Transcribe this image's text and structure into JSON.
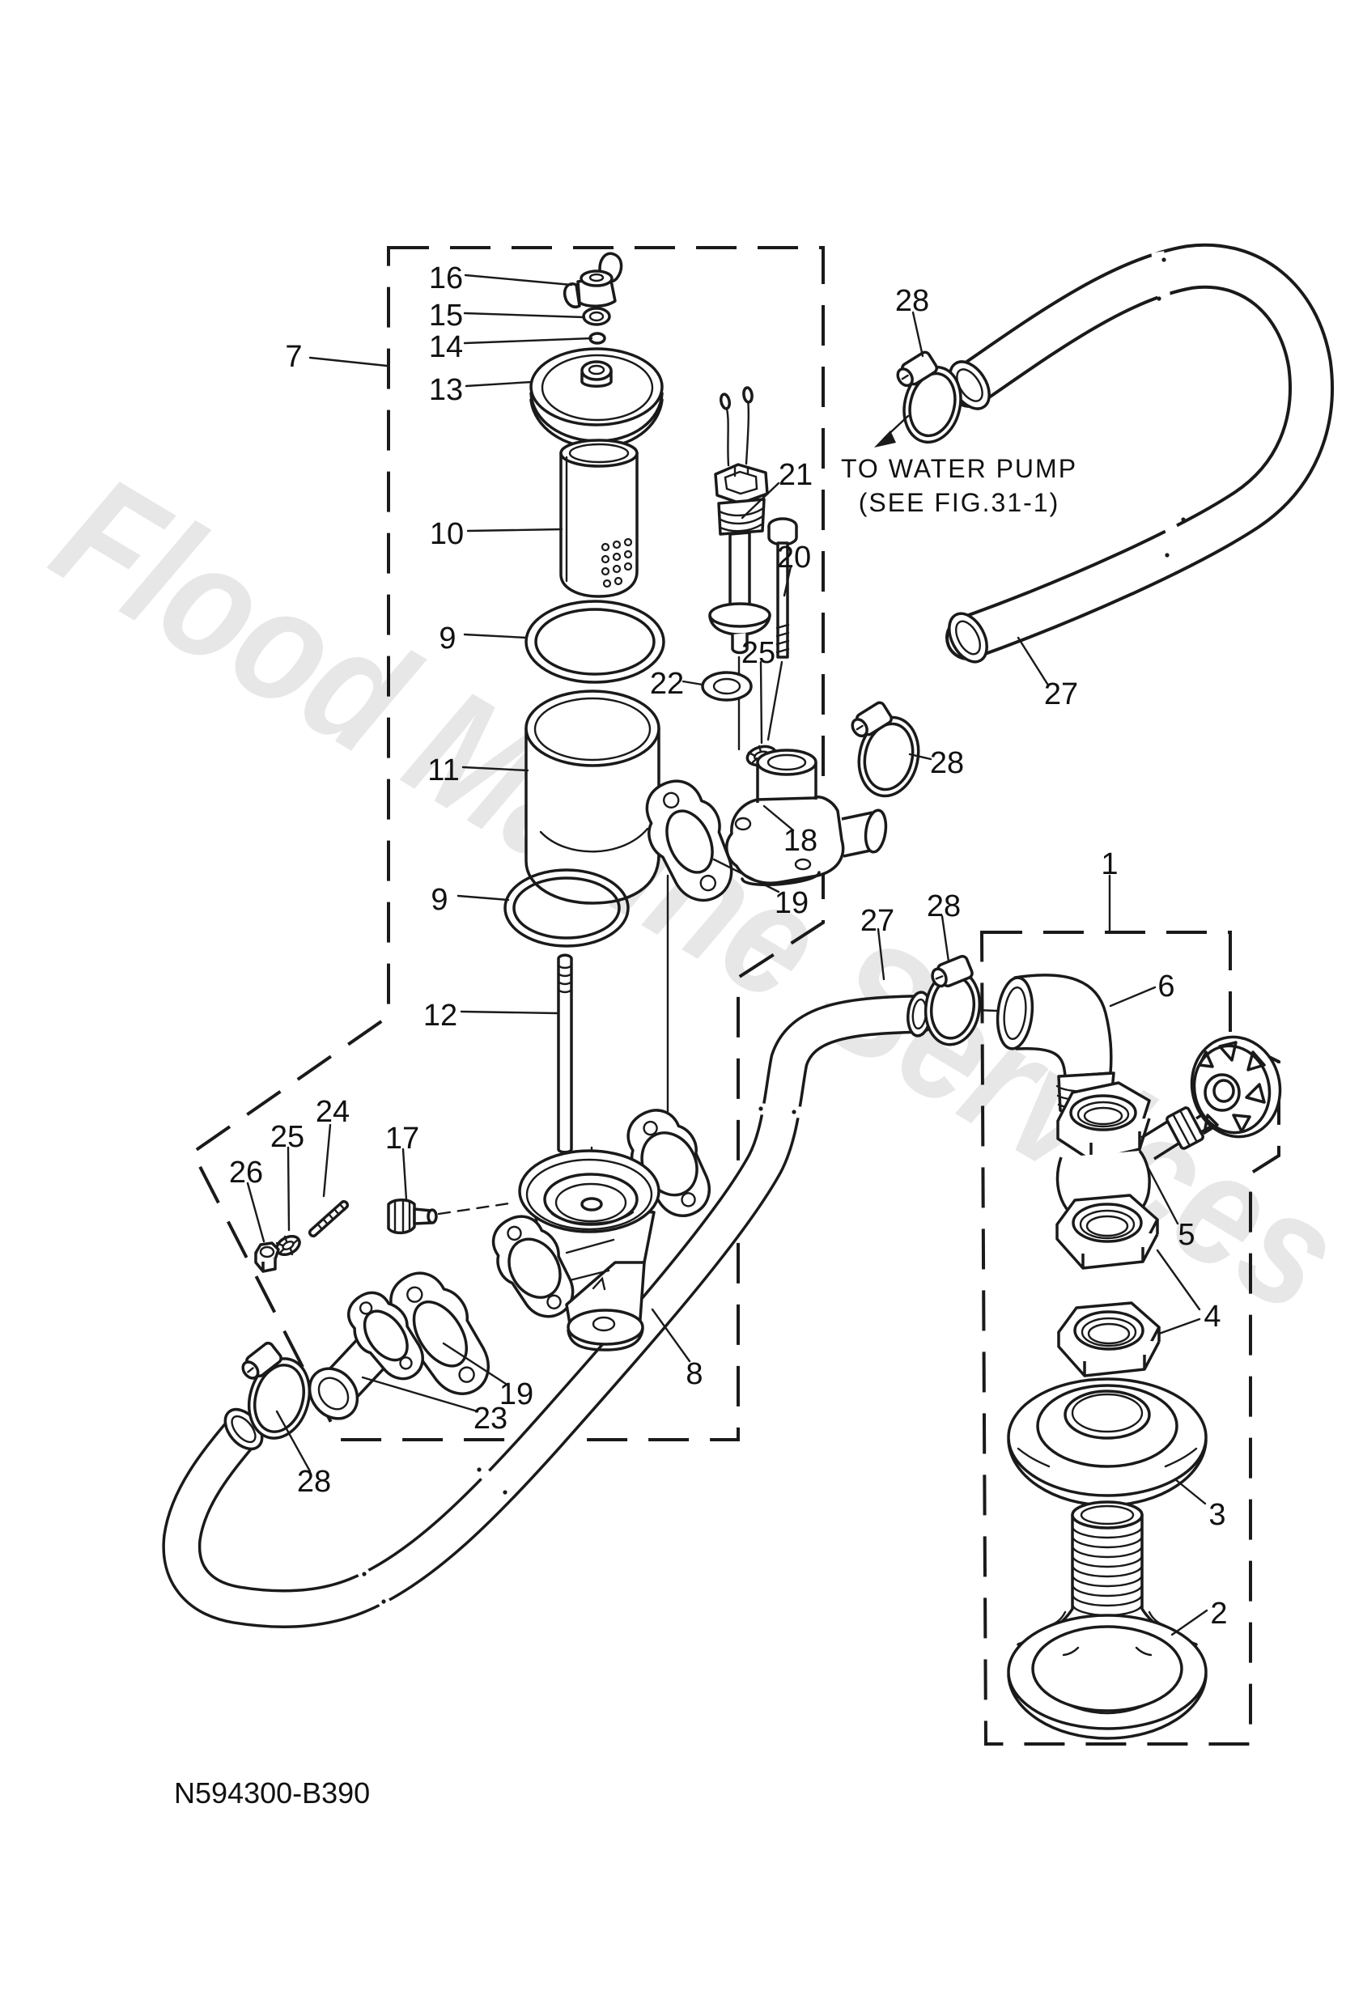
{
  "figure": {
    "part_code": "N594300-B390",
    "note_line1": "TO WATER PUMP",
    "note_line2": "(SEE FIG.31-1)",
    "watermark": "Flood Marine Services",
    "line_color": "#1a1a1a",
    "watermark_color": "#e7e7e7"
  },
  "callouts": [
    {
      "id": "callout-7",
      "label": "7"
    },
    {
      "id": "callout-16",
      "label": "16"
    },
    {
      "id": "callout-15",
      "label": "15"
    },
    {
      "id": "callout-14",
      "label": "14"
    },
    {
      "id": "callout-13",
      "label": "13"
    },
    {
      "id": "callout-10",
      "label": "10"
    },
    {
      "id": "callout-9a",
      "label": "9"
    },
    {
      "id": "callout-11",
      "label": "11"
    },
    {
      "id": "callout-9b",
      "label": "9"
    },
    {
      "id": "callout-12",
      "label": "12"
    },
    {
      "id": "callout-22",
      "label": "22"
    },
    {
      "id": "callout-21",
      "label": "21"
    },
    {
      "id": "callout-20",
      "label": "20"
    },
    {
      "id": "callout-25a",
      "label": "25"
    },
    {
      "id": "callout-27a",
      "label": "27"
    },
    {
      "id": "callout-28a",
      "label": "28"
    },
    {
      "id": "callout-28b",
      "label": "28"
    },
    {
      "id": "callout-18",
      "label": "18"
    },
    {
      "id": "callout-19a",
      "label": "19"
    },
    {
      "id": "callout-27b",
      "label": "27"
    },
    {
      "id": "callout-28c",
      "label": "28"
    },
    {
      "id": "callout-1",
      "label": "1"
    },
    {
      "id": "callout-6",
      "label": "6"
    },
    {
      "id": "callout-5",
      "label": "5"
    },
    {
      "id": "callout-4",
      "label": "4"
    },
    {
      "id": "callout-3",
      "label": "3"
    },
    {
      "id": "callout-2",
      "label": "2"
    },
    {
      "id": "callout-26",
      "label": "26"
    },
    {
      "id": "callout-25b",
      "label": "25"
    },
    {
      "id": "callout-24",
      "label": "24"
    },
    {
      "id": "callout-17",
      "label": "17"
    },
    {
      "id": "callout-19b",
      "label": "19"
    },
    {
      "id": "callout-23",
      "label": "23"
    },
    {
      "id": "callout-28d",
      "label": "28"
    },
    {
      "id": "callout-8",
      "label": "8"
    }
  ]
}
